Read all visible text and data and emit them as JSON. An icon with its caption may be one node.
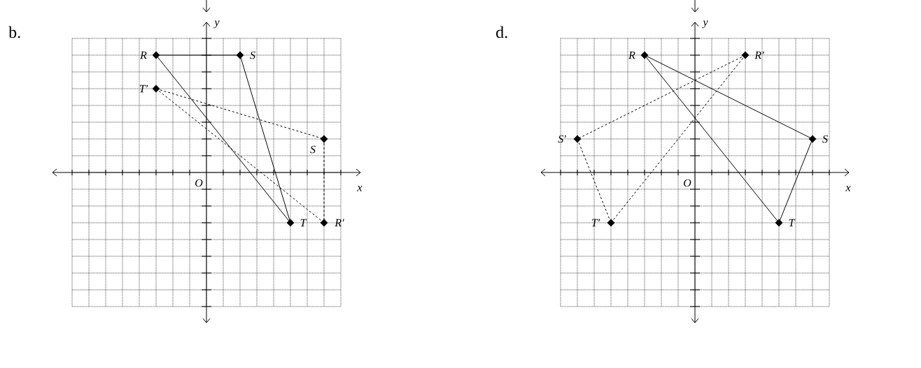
{
  "diagram": {
    "nodes": [
      {
        "text": [],
        "shape": "diamond",
        "beside": [
          "R"
        ]
      },
      {
        "text": [],
        "shape": "diamond",
        "beside": [
          "S"
        ]
      },
      {
        "text": [],
        "shape": "diamond",
        "beside": [
          "T"
        ]
      },
      {
        "text": [],
        "shape": "diamond",
        "beside": [
          "T′"
        ]
      },
      {
        "text": [],
        "shape": "diamond",
        "beside": [
          "S"
        ]
      },
      {
        "text": [],
        "shape": "diamond",
        "beside": [
          "R′"
        ]
      },
      {
        "text": [],
        "shape": "diamond",
        "beside": [
          "R"
        ]
      },
      {
        "text": [],
        "shape": "diamond",
        "beside": [
          "R′"
        ]
      },
      {
        "text": [],
        "shape": "diamond",
        "beside": [
          "S′"
        ]
      },
      {
        "text": [],
        "shape": "diamond",
        "beside": [
          "S"
        ]
      },
      {
        "text": [],
        "shape": "diamond",
        "beside": [
          "T′"
        ]
      },
      {
        "text": [],
        "shape": "diamond",
        "beside": [
          "T"
        ]
      }
    ],
    "edges": [
      {
        "from": 0,
        "to": 1,
        "arrow": "none"
      },
      {
        "from": 1,
        "to": 2,
        "arrow": "none"
      },
      {
        "from": 2,
        "to": 0,
        "arrow": "none"
      },
      {
        "from": 3,
        "to": 4,
        "arrow": "none",
        "style": "dashed"
      },
      {
        "from": 4,
        "to": 5,
        "arrow": "none",
        "style": "dashed"
      },
      {
        "from": 5,
        "to": 3,
        "arrow": "none",
        "style": "dashed"
      },
      {
        "from": 6,
        "to": 9,
        "arrow": "none"
      },
      {
        "from": 9,
        "to": 11,
        "arrow": "none"
      },
      {
        "from": 11,
        "to": 6,
        "arrow": "none"
      },
      {
        "from": 7,
        "to": 8,
        "arrow": "none",
        "style": "dashed"
      },
      {
        "from": 8,
        "to": 10,
        "arrow": "none",
        "style": "dashed"
      },
      {
        "from": 10,
        "to": 7,
        "arrow": "none",
        "style": "dashed"
      }
    ],
    "labels": [
      "b.",
      "y",
      "x",
      "O",
      "d.",
      "y",
      "x",
      "O"
    ]
  }
}
